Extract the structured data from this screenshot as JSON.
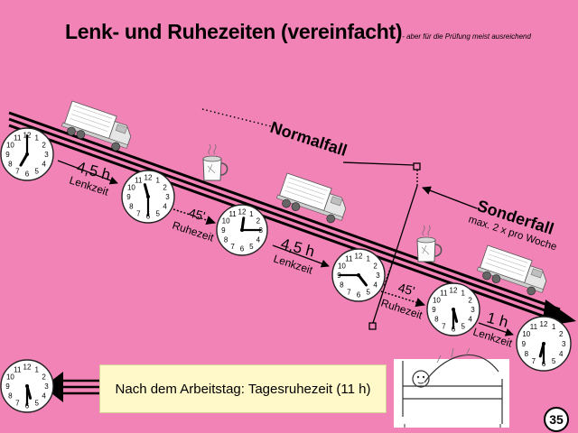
{
  "title": {
    "main": "Lenk- und Ruhezeiten (vereinfacht)",
    "sub": "- aber für die Prüfung meist ausreichend"
  },
  "labels": {
    "normalfall": "Normalfall",
    "sonderfall": "Sonderfall",
    "sonderfall_note": "max. 2 x pro Woche"
  },
  "segments": [
    {
      "value": "4,5 h",
      "label": "Lenkzeit"
    },
    {
      "value": "45'",
      "label": "Ruhezeit"
    },
    {
      "value": "4,5 h",
      "label": "Lenkzeit"
    },
    {
      "value": "45'",
      "label": "Ruhezeit"
    },
    {
      "value": "1 h",
      "label": "Lenkzeit"
    }
  ],
  "clock_numerals": [
    "12",
    "1",
    "2",
    "3",
    "4",
    "5",
    "6",
    "7",
    "8",
    "9",
    "10",
    "11"
  ],
  "clocks": [
    {
      "time": "7:00"
    },
    {
      "time": "11:30"
    },
    {
      "time": "12:15"
    },
    {
      "time": "16:45"
    },
    {
      "time": "17:30"
    },
    {
      "time": "18:30"
    },
    {
      "time": "5:30"
    }
  ],
  "note": "Nach dem Arbeitstag: Tagesruhezeit (11 h)",
  "page_number": "35",
  "colors": {
    "background": "#f283b6",
    "note_box": "#fff8c8"
  }
}
